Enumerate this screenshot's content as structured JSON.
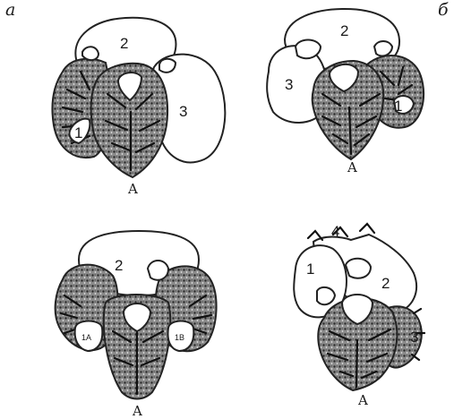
{
  "figure": {
    "panel_letters": {
      "a": "а",
      "b": "б"
    },
    "panels": {
      "top_left": {
        "chamber_1": "1",
        "chamber_2": "2",
        "chamber_3": "3",
        "apex": "A"
      },
      "top_right": {
        "chamber_1": "1",
        "chamber_2": "2",
        "chamber_3": "3",
        "apex": "A"
      },
      "bottom_left": {
        "chamber_1a": "1A",
        "chamber_1b": "1B",
        "chamber_2": "2",
        "apex": "A"
      },
      "bottom_right": {
        "chamber_1": "1",
        "chamber_2": "2",
        "chamber_3": "3",
        "chamber_4": "4",
        "apex": "A"
      }
    }
  }
}
